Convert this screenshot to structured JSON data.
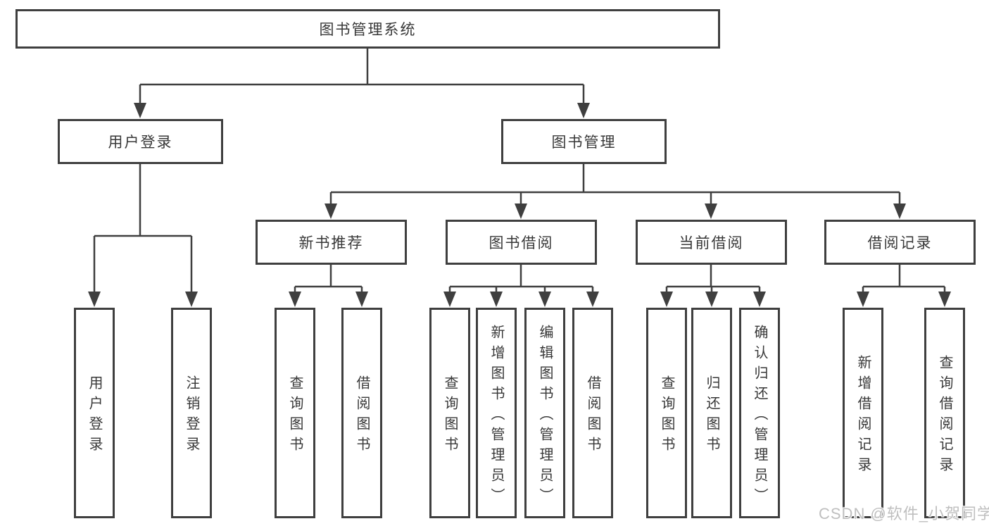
{
  "tree": {
    "root": "图书管理系统",
    "login": {
      "label": "用户登录",
      "children": [
        "用户登录",
        "注销登录"
      ]
    },
    "mgmt": {
      "label": "图书管理",
      "sections": {
        "recommend": {
          "label": "新书推荐",
          "children": [
            "查询图书",
            "借阅图书"
          ]
        },
        "borrow": {
          "label": "图书借阅",
          "children": [
            "查询图书",
            "新增图书（管理员）",
            "编辑图书（管理员）",
            "借阅图书"
          ]
        },
        "current": {
          "label": "当前借阅",
          "children": [
            "查询图书",
            "归还图书",
            "确认归还（管理员）"
          ]
        },
        "records": {
          "label": "借阅记录",
          "children": [
            "新增借阅记录",
            "查询借阅记录"
          ]
        }
      }
    }
  },
  "watermark": {
    "text": "CSDN @软件_小贺同学"
  },
  "colors": {
    "line": "#3f3f3f",
    "text": "#383838",
    "watermark": "#bfbfbf"
  }
}
